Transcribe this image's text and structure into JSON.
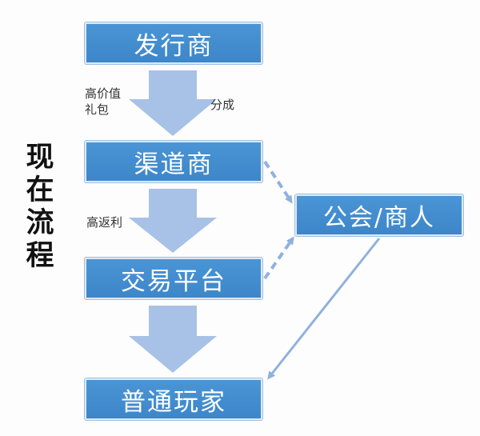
{
  "diagram": {
    "side_title": [
      "现",
      "在",
      "流",
      "程"
    ],
    "nodes": {
      "issuer": "发行商",
      "channel": "渠道商",
      "platform": "交易平台",
      "players": "普通玩家",
      "guild": "公会/商人"
    },
    "edge_labels": {
      "gift": "高价值\n礼包",
      "share": "分成",
      "rebate": "高返利"
    },
    "colors": {
      "box_fill": "#4a95d6",
      "arrow_fill": "#a8c1e6",
      "connector": "#8fb1de"
    }
  }
}
